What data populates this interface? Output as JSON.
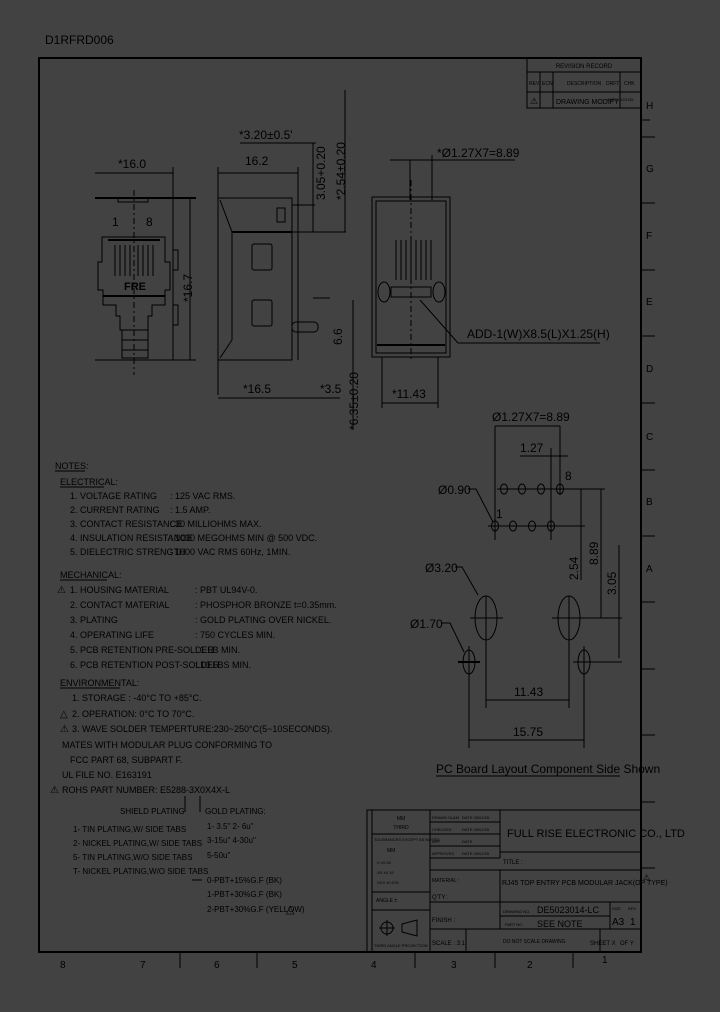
{
  "drawing_id": "D1RFRD006",
  "background_color": "#424242",
  "line_color": "#000000",
  "revision_record": {
    "title": "REVISION RECORD",
    "headers": [
      "REV",
      "ECN",
      "DESCRIPTION",
      "DRFT",
      "CHK"
    ],
    "rows": [
      {
        "rev": "⚠",
        "ecn": "",
        "description": "DRAWING MODIFY",
        "drft": "AMPM 12/1/05",
        "chk": ""
      }
    ]
  },
  "dimensions": {
    "front_width": "*16.0",
    "front_height": "*16.7",
    "pin_1": "1",
    "pin_8": "8",
    "logo": "FRE",
    "side_top": "16.2",
    "side_tab": "*3.20±0.5'",
    "side_v1": "3.05+0.20",
    "side_v2": "*2.54±0.20",
    "side_v3": "6.6",
    "side_v4": "*6.35±0.20",
    "side_bottom": "*16.5",
    "side_bottom2": "*3.5",
    "top_pitch": "*Ø1.27X7=8.89",
    "top_width": "*11.43",
    "add_note": "ADD-1(W)X8.5(L)X1.25(H)"
  },
  "pcb_layout": {
    "pitch": "Ø1.27X7=8.89",
    "pitch_single": "1.27",
    "pin_1": "1",
    "pin_8": "8",
    "hole_small": "Ø0.90",
    "hole_large": "Ø3.20",
    "hole_peg": "Ø1.70",
    "dim_254": "2.54",
    "dim_889": "8.89",
    "dim_305": "3.05",
    "dim_1143": "11.43",
    "dim_1575": "15.75",
    "caption": "PC Board Layout Component Side Shown"
  },
  "notes": {
    "title": "NOTES:",
    "electrical": {
      "title": "ELECTRICAL:",
      "items": [
        {
          "label": "1. VOLTAGE RATING",
          "value": ": 125 VAC RMS."
        },
        {
          "label": "2. CURRENT RATING",
          "value": ": 1.5 AMP."
        },
        {
          "label": "3. CONTACT RESISTANCE",
          "value": ": 30 MILLIOHMS MAX."
        },
        {
          "label": "4. INSULATION RESISTANCE",
          "value": ": 1000 MEGOHMS MIN @ 500 VDC."
        },
        {
          "label": "5. DIELECTRIC STRENGTH",
          "value": ": 1000 VAC RMS 60Hz, 1MIN."
        }
      ]
    },
    "mechanical": {
      "title": "MECHANICAL:",
      "items": [
        {
          "label": "1. HOUSING MATERIAL",
          "value": ": PBT UL94V-0.",
          "flag": true
        },
        {
          "label": "2. CONTACT MATERIAL",
          "value": ": PHOSPHOR BRONZE t=0.35mm.",
          "flag": false
        },
        {
          "label": "3. PLATING",
          "value": ": GOLD PLATING OVER NICKEL.",
          "flag": false
        },
        {
          "label": "4. OPERATING LIFE",
          "value": ": 750 CYCLES MIN.",
          "flag": false
        },
        {
          "label": "5. PCB RETENTION PRE-SOLDER",
          "value": ": 1 LB MIN.",
          "flag": false
        },
        {
          "label": "6. PCB RETENTION POST-SOLDER",
          "value": ": 10 LBS MIN.",
          "flag": false
        }
      ]
    },
    "environmental": {
      "title": "ENVIRONMENTAL:",
      "items": [
        {
          "text": "1. STORAGE : -40°C TO +85°C.",
          "flag": false
        },
        {
          "text": "2. OPERATION: 0°C TO 70°C.",
          "flag": true
        },
        {
          "text": "3. WAVE SOLDER TEMPERTURE:230~250°C(5~10SECONDS).",
          "flag": true
        }
      ]
    },
    "mates_1": "MATES WITH MODULAR PLUG CONFORMING TO",
    "mates_2": "FCC PART 68, SUBPART F.",
    "ul_file": "UL FILE NO. E163191",
    "rohs_part": "ROHS PART NUMBER: E5288-3X0X4X-L",
    "shield_plating_title": "SHIELD PLATING",
    "shield_plating": [
      "1- TIN PLATING,W/  SIDE TABS",
      "2- NICKEL PLATING,W/  SIDE TABS",
      "5- TIN PLATING,W/O SIDE TABS",
      "T- NICKEL PLATING,W/O SIDE TABS"
    ],
    "gold_plating_title": "GOLD PLATING:",
    "gold_plating": [
      "1- 3.5\"  2- 6u\"",
      "3-15u\"  4-30u\"",
      "5-50u\""
    ],
    "housing": [
      "0-PBT+15%G.F (BK)",
      "1-PBT+30%G.F (BK)",
      "2-PBT+30%G.F (YELLOW)"
    ]
  },
  "title_block": {
    "unit_label": "MM",
    "unit_sub": "THIRD",
    "tolerance_note": "TOLERANCES EXCEPT AS NOTED",
    "limits_label": "LIMITS",
    "tol_header": "MM",
    "tol_rows": [
      ".X ±0.30",
      ".XX ±0.15",
      ".XXX ±0.075"
    ],
    "tol_sign": "±",
    "angle": "ANGLE ±",
    "projection": "THIRD ANGLE PROJECTION",
    "dwn": "DRAWN SLAM",
    "dwn_date": "DATE 05/01/05",
    "chk": "CHECKED",
    "chk_date": "DATE 05/01/05",
    "apr": "APP",
    "apr_date": "DATE",
    "appd": "APPROVED",
    "appd_date": "DATE 05/01/05",
    "company": "FULL RISE ELECTRONIC CO., LTD",
    "title_label": "TITLE :",
    "title": "RJ45 TOP ENTRY PCB MODULAR JACK(OP TYPE)",
    "material": "MATERIAL :",
    "qty": "Q'TY :",
    "finish": "FINISH :",
    "drawing_no_label": "DRAWING NO.",
    "drawing_no": "DE5023014-LC",
    "part_no_label": "PART NO.",
    "part_no": "SEE NOTE",
    "size_label": "SIZE",
    "size": "A3",
    "rev_label": "REV",
    "rev": "1",
    "scale": "SCALE : 3:1",
    "do_not_scale": "DO NOT SCALE DRAWING",
    "sheet": "SHEET X",
    "of": "OF Y"
  },
  "border": {
    "columns": [
      "8",
      "7",
      "6",
      "5",
      "4",
      "3",
      "2",
      "1"
    ],
    "rows": [
      "H",
      "G",
      "F",
      "E",
      "D",
      "C",
      "B",
      "A"
    ]
  }
}
